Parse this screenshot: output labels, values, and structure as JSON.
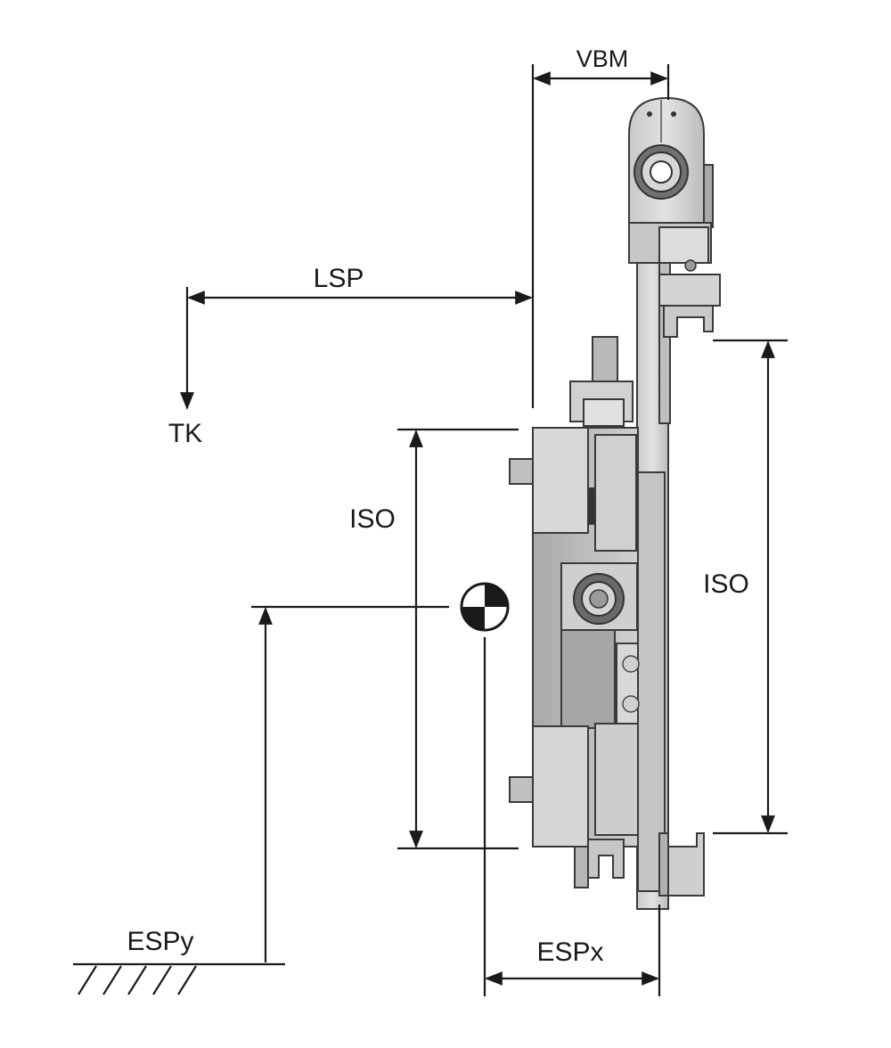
{
  "labels": {
    "vbm": "VBM",
    "lsp": "LSP",
    "tk": "TK",
    "iso_left": "ISO",
    "iso_right": "ISO",
    "espy": "ESPy",
    "espx": "ESPx"
  },
  "colors": {
    "line": "#1a1a1a",
    "metal_light": "#d9d9d9",
    "metal_mid": "#b5b5b5",
    "metal_dark": "#8c8c8c",
    "outline": "#3a3a3a"
  },
  "icons": {
    "center_of_mass": "center-of-mass-icon",
    "ground": "ground-hatch-icon"
  }
}
